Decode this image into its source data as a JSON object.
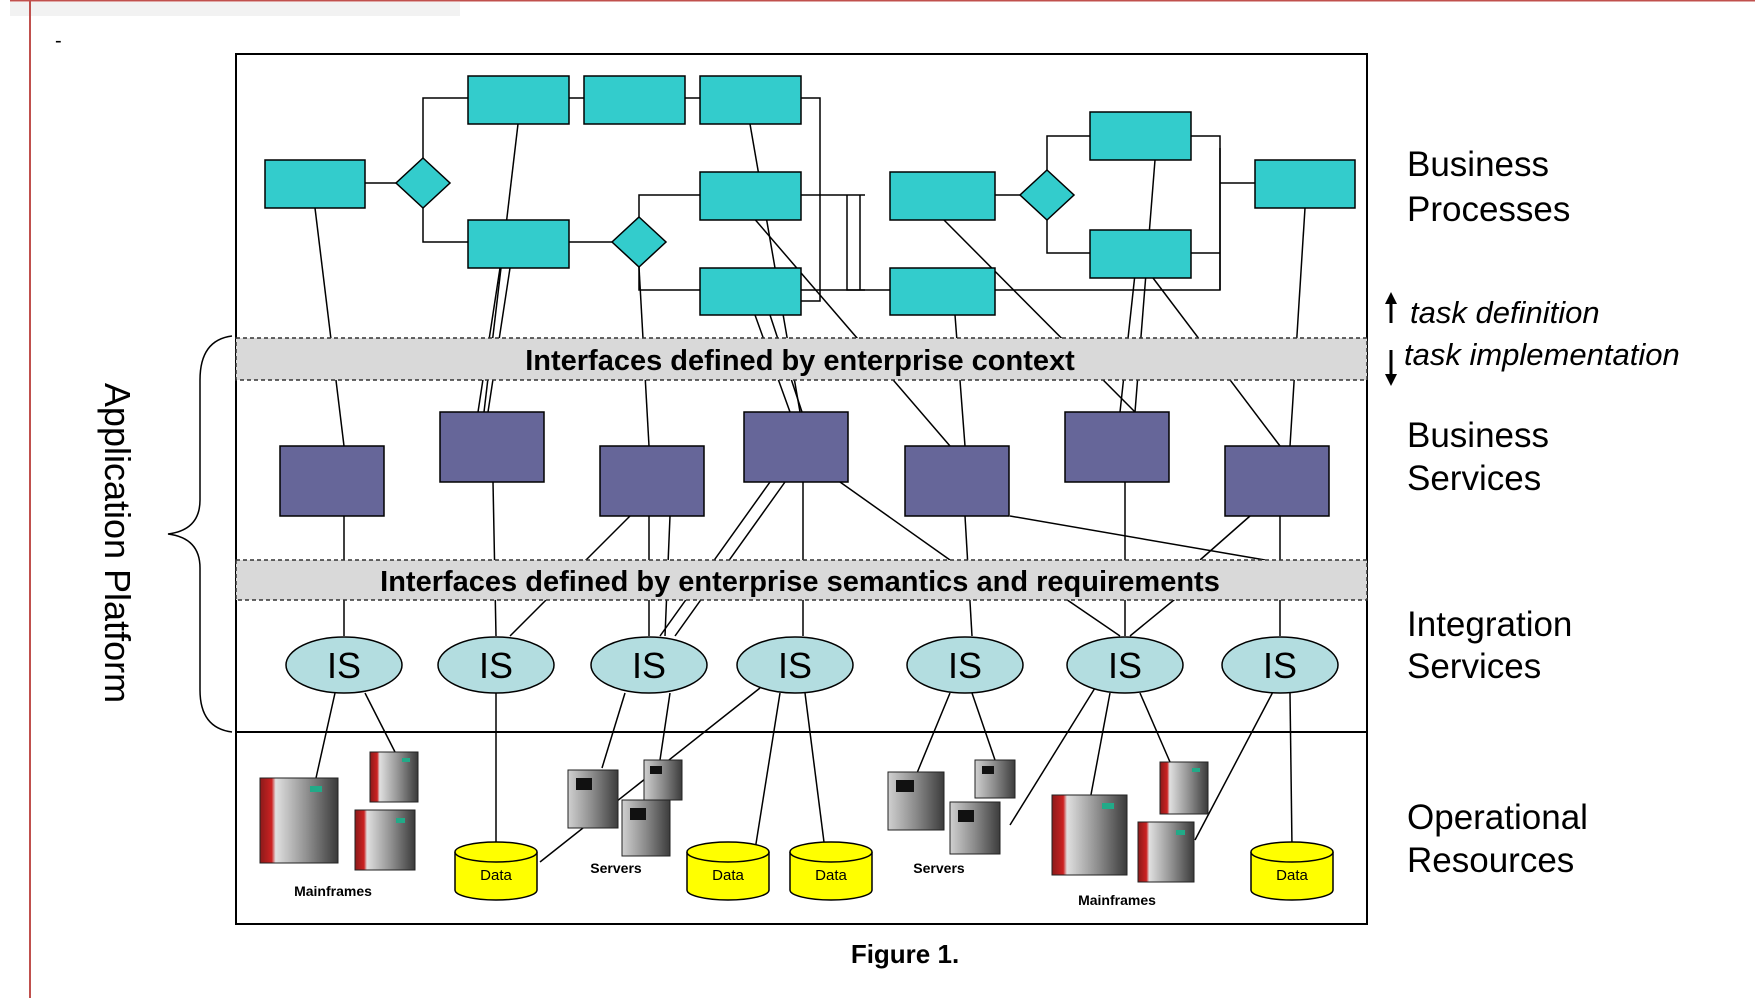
{
  "figure": {
    "caption": "Figure 1.",
    "corner_mark": "-"
  },
  "side_brace_label": "Application Platform",
  "layer_labels": {
    "business_processes": [
      "Business",
      "Processes"
    ],
    "business_services": [
      "Business",
      "Services"
    ],
    "integration_services": [
      "Integration",
      "Services"
    ],
    "operational_resources": [
      "Operational",
      "Resources"
    ]
  },
  "arrow_labels": {
    "up": "task definition",
    "down": "task implementation"
  },
  "interface_bands": {
    "top": "Interfaces defined by enterprise context",
    "bottom": "Interfaces defined by enterprise semantics and requirements"
  },
  "is_label": "IS",
  "resource_labels": {
    "data": "Data",
    "servers": "Servers",
    "mainframes": "Mainframes"
  },
  "colors": {
    "process_box": "#33cccc",
    "service_box": "#666699",
    "integration_ellipse": "#b3dde0",
    "data_cylinder": "#ffff00",
    "band": "#d9d9d9",
    "frame_left_border": "#c0504d"
  }
}
